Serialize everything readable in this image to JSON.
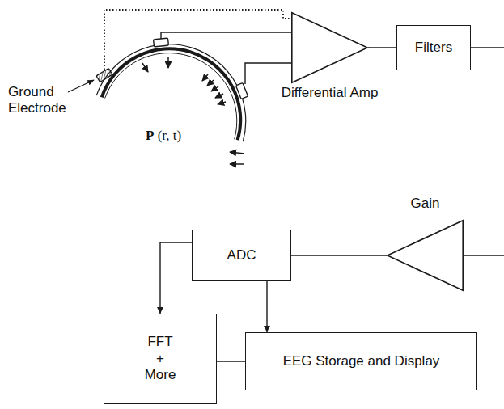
{
  "diagram": {
    "nodes": [
      {
        "text": [
          "Ground Electrode"
        ]
      },
      {
        "text": [
          "Differential Amp"
        ]
      },
      {
        "text": [
          "Filters"
        ]
      },
      {
        "text": [
          "Gain"
        ]
      },
      {
        "text": [
          "ADC"
        ]
      },
      {
        "text": [
          "FFT + More"
        ]
      },
      {
        "text": [
          "EEG Storage and Display"
        ]
      }
    ],
    "edges": [
      {
        "from": 0,
        "to": 1,
        "arrow": "none"
      },
      {
        "from": 1,
        "to": 2,
        "arrow": "none"
      },
      {
        "from": 3,
        "to": 4,
        "arrow": "none"
      },
      {
        "from": 4,
        "to": 5,
        "arrow": "to"
      },
      {
        "from": 4,
        "to": 6,
        "arrow": "to"
      },
      {
        "from": 5,
        "to": 6,
        "arrow": "none"
      }
    ],
    "labels": [
      "P (r, t)"
    ]
  }
}
